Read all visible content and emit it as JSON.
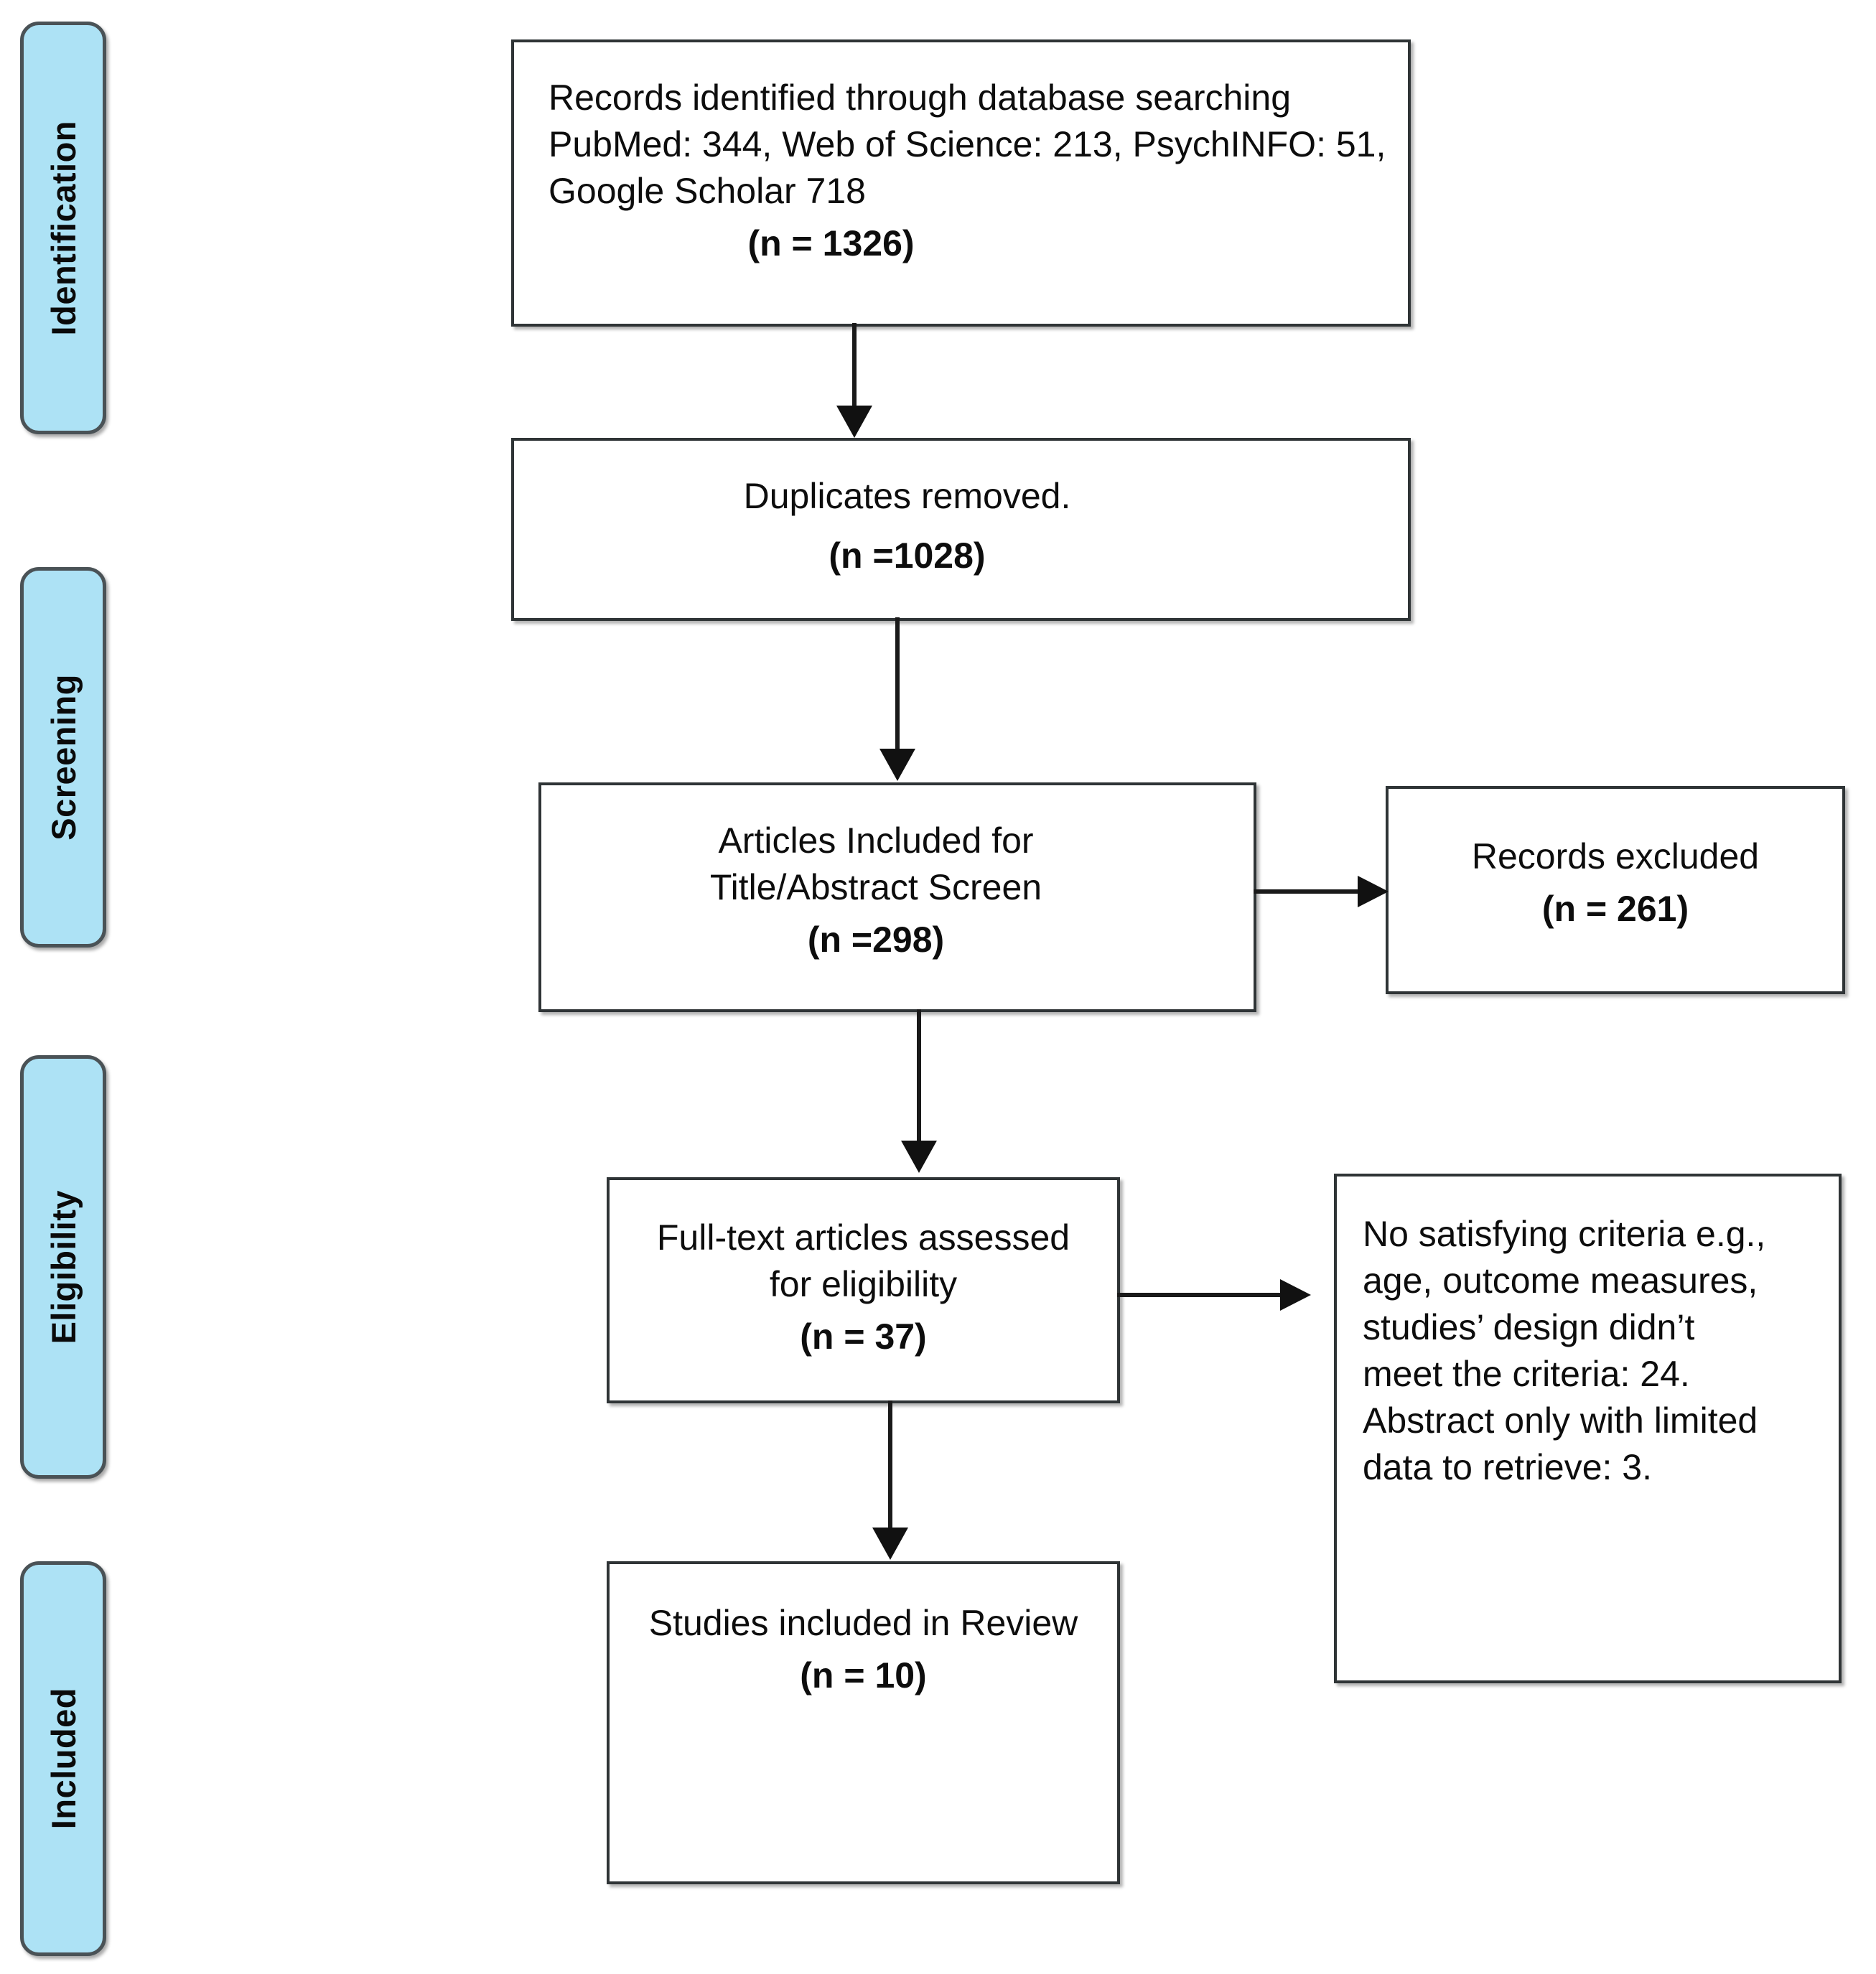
{
  "diagram": {
    "title": "PRISMA flow diagram",
    "accent_color": "#ADE2F5",
    "border_color": "#2f3436"
  },
  "stages": [
    {
      "id": "identification",
      "label": "Identification"
    },
    {
      "id": "screening",
      "label": "Screening"
    },
    {
      "id": "eligibility",
      "label": "Eligibility"
    },
    {
      "id": "included",
      "label": "Included"
    }
  ],
  "boxes": {
    "records_identified": {
      "text": "Records identified through database searching\nPubMed: 344, Web of Science: 213, PsychINFO: 51,\nGoogle Scholar 718",
      "count": "(n = 1326)"
    },
    "duplicates_removed": {
      "text": "Duplicates removed.",
      "count": "(n =1028)"
    },
    "title_abstract": {
      "text": "Articles Included for\nTitle/Abstract Screen",
      "count": "(n =298)"
    },
    "records_excluded": {
      "text": "Records excluded",
      "count": "(n = 261)"
    },
    "fulltext_assessed": {
      "text": "Full-text articles assessed\nfor eligibility",
      "count": "(n = 37)"
    },
    "exclusion_reasons": {
      "text": "No satisfying criteria e.g.,\nage, outcome measures,\nstudies’ design didn’t\nmeet the criteria: 24.\nAbstract only with limited\ndata to retrieve: 3."
    },
    "studies_included": {
      "text": "Studies included in Review",
      "count": "(n = 10)"
    }
  },
  "connectors": [
    {
      "id": "identified-to-duplicates",
      "from": "records_identified",
      "to": "duplicates_removed",
      "direction": "down"
    },
    {
      "id": "duplicates-to-screen",
      "from": "duplicates_removed",
      "to": "title_abstract",
      "direction": "down"
    },
    {
      "id": "screen-to-excluded",
      "from": "title_abstract",
      "to": "records_excluded",
      "direction": "right"
    },
    {
      "id": "screen-to-fulltext",
      "from": "title_abstract",
      "to": "fulltext_assessed",
      "direction": "down"
    },
    {
      "id": "fulltext-to-reasons",
      "from": "fulltext_assessed",
      "to": "exclusion_reasons",
      "direction": "right"
    },
    {
      "id": "fulltext-to-included",
      "from": "fulltext_assessed",
      "to": "studies_included",
      "direction": "down"
    }
  ]
}
